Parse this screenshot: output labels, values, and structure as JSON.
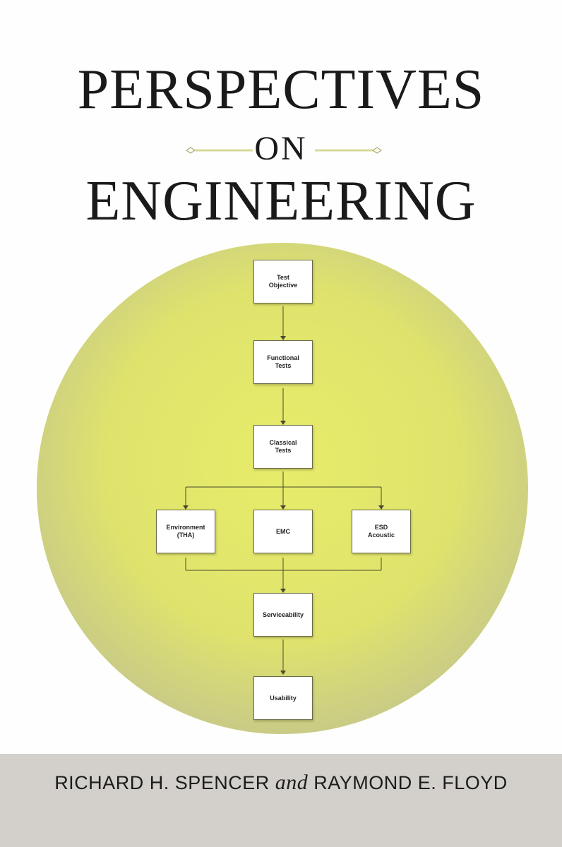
{
  "cover": {
    "title_line1": "PERSPECTIVES",
    "title_line2": "ON",
    "title_line3": "ENGINEERING",
    "author1": "RICHARD H. SPENCER",
    "conjunction": "and",
    "author2": "RAYMOND E. FLOYD"
  },
  "flowchart": {
    "boxes": [
      {
        "id": "test-objective",
        "label": "Test\nObjective"
      },
      {
        "id": "functional-tests",
        "label": "Functional\nTests"
      },
      {
        "id": "classical-tests",
        "label": "Classical\nTests"
      },
      {
        "id": "environment-tha",
        "label": "Environment\n(THA)"
      },
      {
        "id": "emc",
        "label": "EMC"
      },
      {
        "id": "esd-acoustic",
        "label": "ESD\nAcoustic"
      },
      {
        "id": "serviceability",
        "label": "Serviceability"
      },
      {
        "id": "usability",
        "label": "Usability"
      }
    ]
  },
  "colors": {
    "circle_center": "#e5ea6c",
    "circle_edge": "#d0d27a",
    "author_band": "#d3d0cb",
    "ornament": "#d8d99a"
  }
}
